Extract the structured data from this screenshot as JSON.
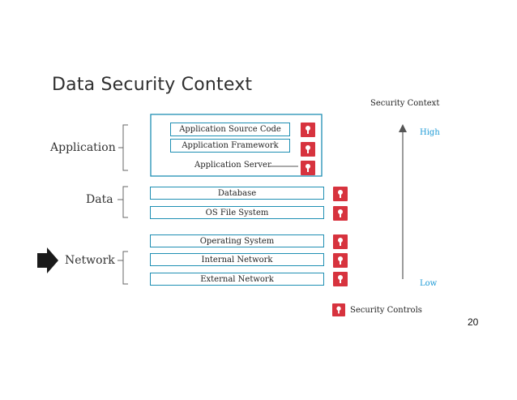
{
  "slide": {
    "title": "Data Security Context",
    "page_number": "20"
  },
  "layers": {
    "application": "Application",
    "data": "Data",
    "network": "Network"
  },
  "components": {
    "app_source_code": "Application Source Code",
    "app_framework": "Application Framework",
    "app_server": "Application Server",
    "database": "Database",
    "os_file_system": "OS File System",
    "operating_system": "Operating System",
    "internal_network": "Internal Network",
    "external_network": "External Network"
  },
  "security_context": {
    "title": "Security Context",
    "high": "High",
    "low": "Low"
  },
  "legend": {
    "security_controls": "Security Controls"
  },
  "icons": {
    "lock": "keyhole-lock-icon",
    "pointer": "right-arrow-icon"
  },
  "colors": {
    "box_border": "#1f8fb3",
    "lock": "#d7333e",
    "accent_text": "#1c9ad6"
  }
}
